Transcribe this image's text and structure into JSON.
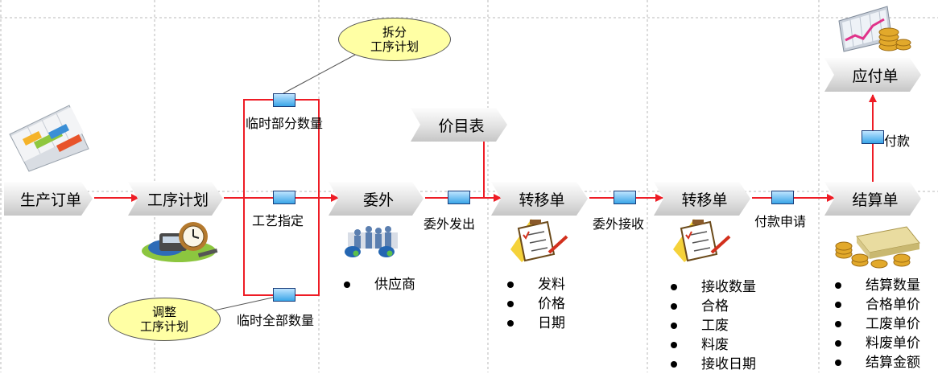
{
  "flow": {
    "production_order": "生产订单",
    "process_plan": "工序计划",
    "outsourcing": "委外",
    "price_list": "价目表",
    "transfer_1": "转移单",
    "transfer_2": "转移单",
    "settlement": "结算单",
    "payable": "应付单"
  },
  "connectors": {
    "temp_partial_qty": "临时部分数量",
    "process_assign": "工艺指定",
    "temp_full_qty": "临时全部数量",
    "outsource_issue": "委外发出",
    "outsource_receive": "委外接收",
    "payment_request": "付款申请",
    "payment": "付款"
  },
  "bubbles": {
    "split": {
      "line1": "拆分",
      "line2": "工序计划"
    },
    "adjust": {
      "line1": "调整",
      "line2": "工序计划"
    }
  },
  "lists": {
    "outsourcing": [
      "供应商"
    ],
    "transfer_1": [
      "发料",
      "价格",
      "日期"
    ],
    "transfer_2": [
      "接收数量",
      "合格",
      "工废",
      "料废",
      "接收日期"
    ],
    "settlement": [
      "结算数量",
      "合格单价",
      "工废单价",
      "料废单价",
      "结算金额"
    ]
  },
  "colors": {
    "arrow": "#ee1c25",
    "bubble": "#ffffa4",
    "node": "#3aa6e8"
  },
  "icons": [
    "gantt-calendar-icon",
    "phone-clock-icon",
    "team-network-icon",
    "checklist-icon",
    "checklist-icon",
    "coins-icon",
    "chart-coins-icon"
  ]
}
